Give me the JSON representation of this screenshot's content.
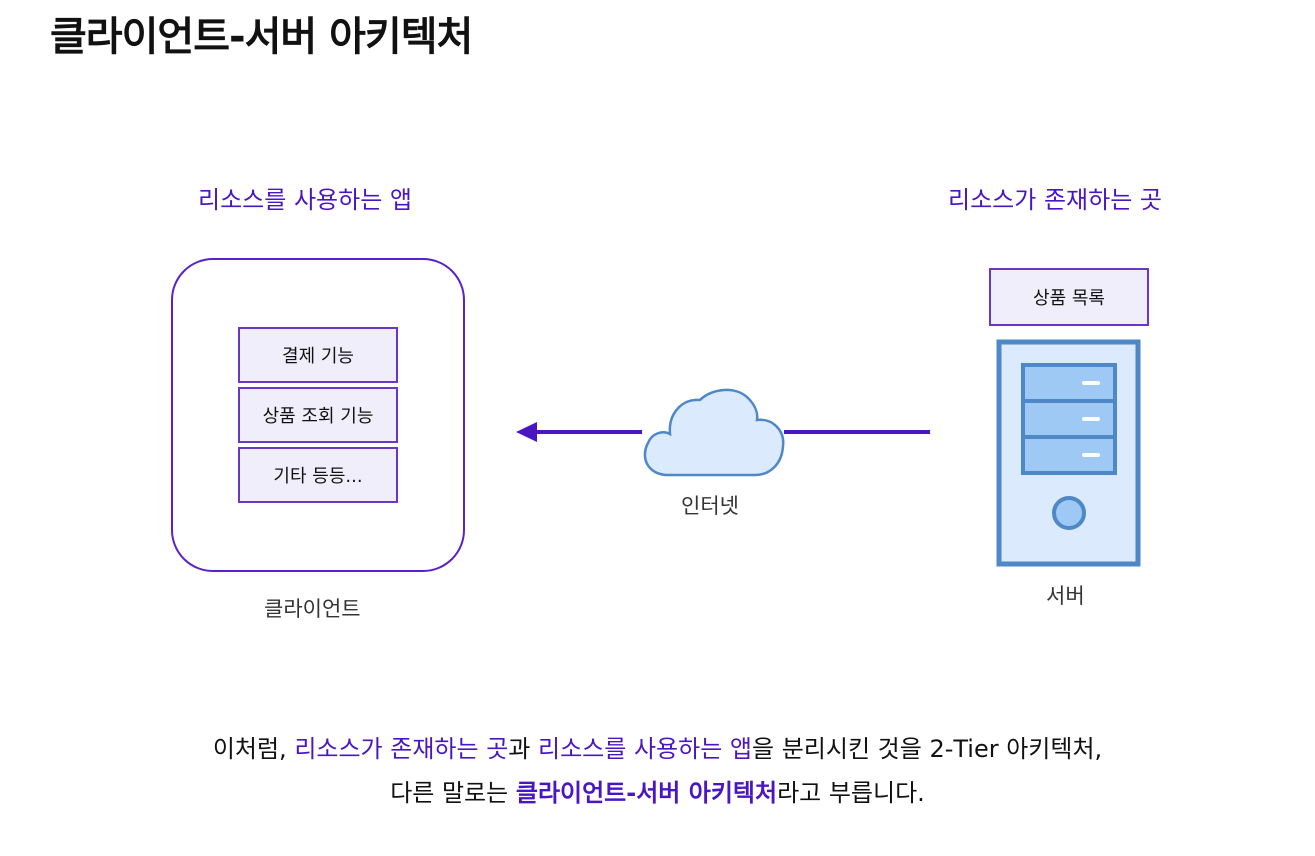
{
  "title": "클라이언트-서버 아키텍처",
  "client": {
    "caption": "리소스를 사용하는 앱",
    "label": "클라이언트",
    "features": [
      "결제 기능",
      "상품 조회 기능",
      "기타 등등..."
    ]
  },
  "network": {
    "label": "인터넷"
  },
  "server": {
    "caption": "리소스가 존재하는 곳",
    "resource_label": "상품 목록",
    "label": "서버"
  },
  "summary": {
    "line1": {
      "p1": "이처럼, ",
      "h1": "리소스가 존재하는 곳",
      "p2": "과 ",
      "h2": "리소스를 사용하는 앱",
      "p3": "을 분리시킨 것을 2-Tier 아키텍처,"
    },
    "line2": {
      "p1": "다른 말로는 ",
      "h1": "클라이언트-서버 아키텍처",
      "p2": "라고 부릅니다."
    }
  },
  "colors": {
    "accent": "#4a16c4",
    "server_frame": "#4e88c6",
    "cloud_fill": "#dbeafc",
    "box_fill": "#f1eefb"
  }
}
